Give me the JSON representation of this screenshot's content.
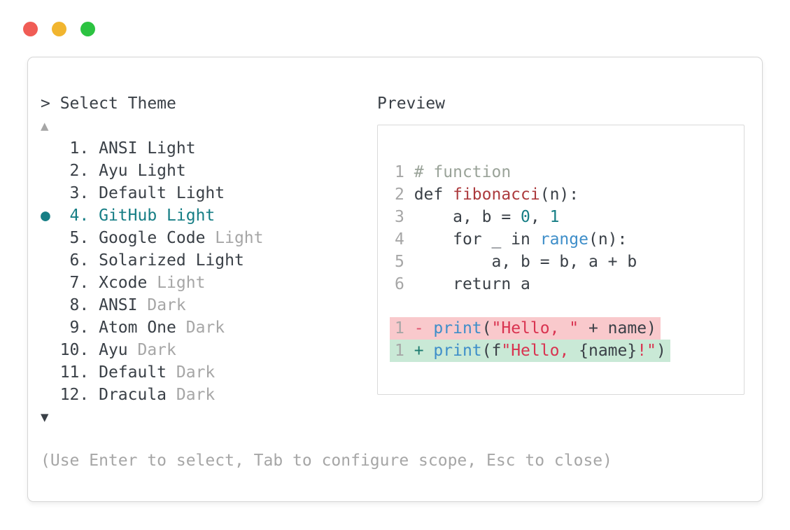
{
  "window": {
    "controls": {
      "close_color": "#f05c55",
      "minimize_color": "#f1b52f",
      "maximize_color": "#2cc341"
    }
  },
  "picker": {
    "prompt_marker": "> ",
    "title": "Select Theme",
    "scroll_up_indicator": "▲",
    "scroll_down_indicator": "▼",
    "items": [
      {
        "num": "   1. ",
        "name": "ANSI Light",
        "variant": ""
      },
      {
        "num": "   2. ",
        "name": "Ayu Light",
        "variant": ""
      },
      {
        "num": "   3. ",
        "name": "Default Light",
        "variant": ""
      },
      {
        "bullet": "●",
        "num": "  4. ",
        "name": "GitHub Light",
        "variant": "",
        "selected": true
      },
      {
        "num": "   5. ",
        "name": "Google Code ",
        "variant": "Light"
      },
      {
        "num": "   6. ",
        "name": "Solarized Light",
        "variant": ""
      },
      {
        "num": "   7. ",
        "name": "Xcode ",
        "variant": "Light"
      },
      {
        "num": "   8. ",
        "name": "ANSI ",
        "variant": "Dark"
      },
      {
        "num": "   9. ",
        "name": "Atom One ",
        "variant": "Dark"
      },
      {
        "num": "  10. ",
        "name": "Ayu ",
        "variant": "Dark"
      },
      {
        "num": "  11. ",
        "name": "Default ",
        "variant": "Dark"
      },
      {
        "num": "  12. ",
        "name": "Dracula ",
        "variant": "Dark"
      }
    ],
    "help_text": "(Use Enter to select, Tab to configure scope, Esc to close)"
  },
  "preview": {
    "label": "Preview",
    "lines": [
      {
        "num": "1 ",
        "tokens": [
          {
            "c": "comment",
            "t": "# function"
          }
        ]
      },
      {
        "num": "2 ",
        "tokens": [
          {
            "c": "plain",
            "t": "def "
          },
          {
            "c": "func",
            "t": "fibonacci"
          },
          {
            "c": "plain",
            "t": "(n):"
          }
        ]
      },
      {
        "num": "3 ",
        "tokens": [
          {
            "c": "plain",
            "t": "    a, b = "
          },
          {
            "c": "number",
            "t": "0"
          },
          {
            "c": "plain",
            "t": ", "
          },
          {
            "c": "number",
            "t": "1"
          }
        ]
      },
      {
        "num": "4 ",
        "tokens": [
          {
            "c": "plain",
            "t": "    for _ in "
          },
          {
            "c": "builtin",
            "t": "range"
          },
          {
            "c": "plain",
            "t": "(n):"
          }
        ]
      },
      {
        "num": "5 ",
        "tokens": [
          {
            "c": "plain",
            "t": "        a, b = b, a + b"
          }
        ]
      },
      {
        "num": "6 ",
        "tokens": [
          {
            "c": "plain",
            "t": "    return a"
          }
        ]
      }
    ],
    "diff": [
      {
        "num": "1 ",
        "sign": "- ",
        "kind": "removed",
        "tokens": [
          {
            "c": "builtin",
            "t": "print"
          },
          {
            "c": "plain",
            "t": "("
          },
          {
            "c": "string",
            "t": "\"Hello, \""
          },
          {
            "c": "plain",
            "t": " + name)"
          }
        ]
      },
      {
        "num": "1 ",
        "sign": "+ ",
        "kind": "added",
        "tokens": [
          {
            "c": "builtin",
            "t": "print"
          },
          {
            "c": "plain",
            "t": "(f"
          },
          {
            "c": "string",
            "t": "\"Hello, "
          },
          {
            "c": "plain",
            "t": "{name}"
          },
          {
            "c": "string",
            "t": "!\""
          },
          {
            "c": "plain",
            "t": ")"
          }
        ]
      }
    ]
  },
  "colors": {
    "accent_teal": "#167e85",
    "text_dark": "#3a4047",
    "text_muted": "#a6a6a6",
    "comment": "#9aa399",
    "function_red": "#ac3a3d",
    "builtin_blue": "#3e8ec9",
    "number_teal": "#167e85",
    "string_red": "#d93350",
    "diff_removed_fg": "#e0526e",
    "diff_added_fg": "#1d7a6f",
    "diff_removed_bg": "#f9c9cc",
    "diff_added_bg": "#c9e9d6",
    "window_border": "#d5d5d5",
    "preview_border": "#dadada"
  }
}
